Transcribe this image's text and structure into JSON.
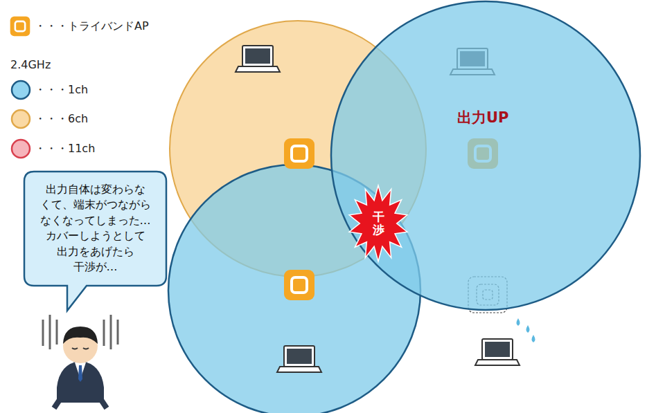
{
  "diagram": {
    "nodes": [
      {
        "text": [
          "出力自体は変わらな くて、端末がつながら なくなってしまった… カバーしようとして 出力をあげたら 干渉が…"
        ]
      },
      {
        "text": [
          "出力UP"
        ]
      },
      {
        "text": [
          "干渉"
        ]
      }
    ],
    "labels": [
      "2.4GHz"
    ],
    "legend": [
      {
        "text": "・・・トライバンドAP"
      },
      {
        "text": "・・・1ch",
        "color": "#92d4f0"
      },
      {
        "text": "・・・6ch",
        "color": "#fad9a4"
      },
      {
        "text": "・・・11ch",
        "color": "#f6b4bb"
      }
    ]
  }
}
